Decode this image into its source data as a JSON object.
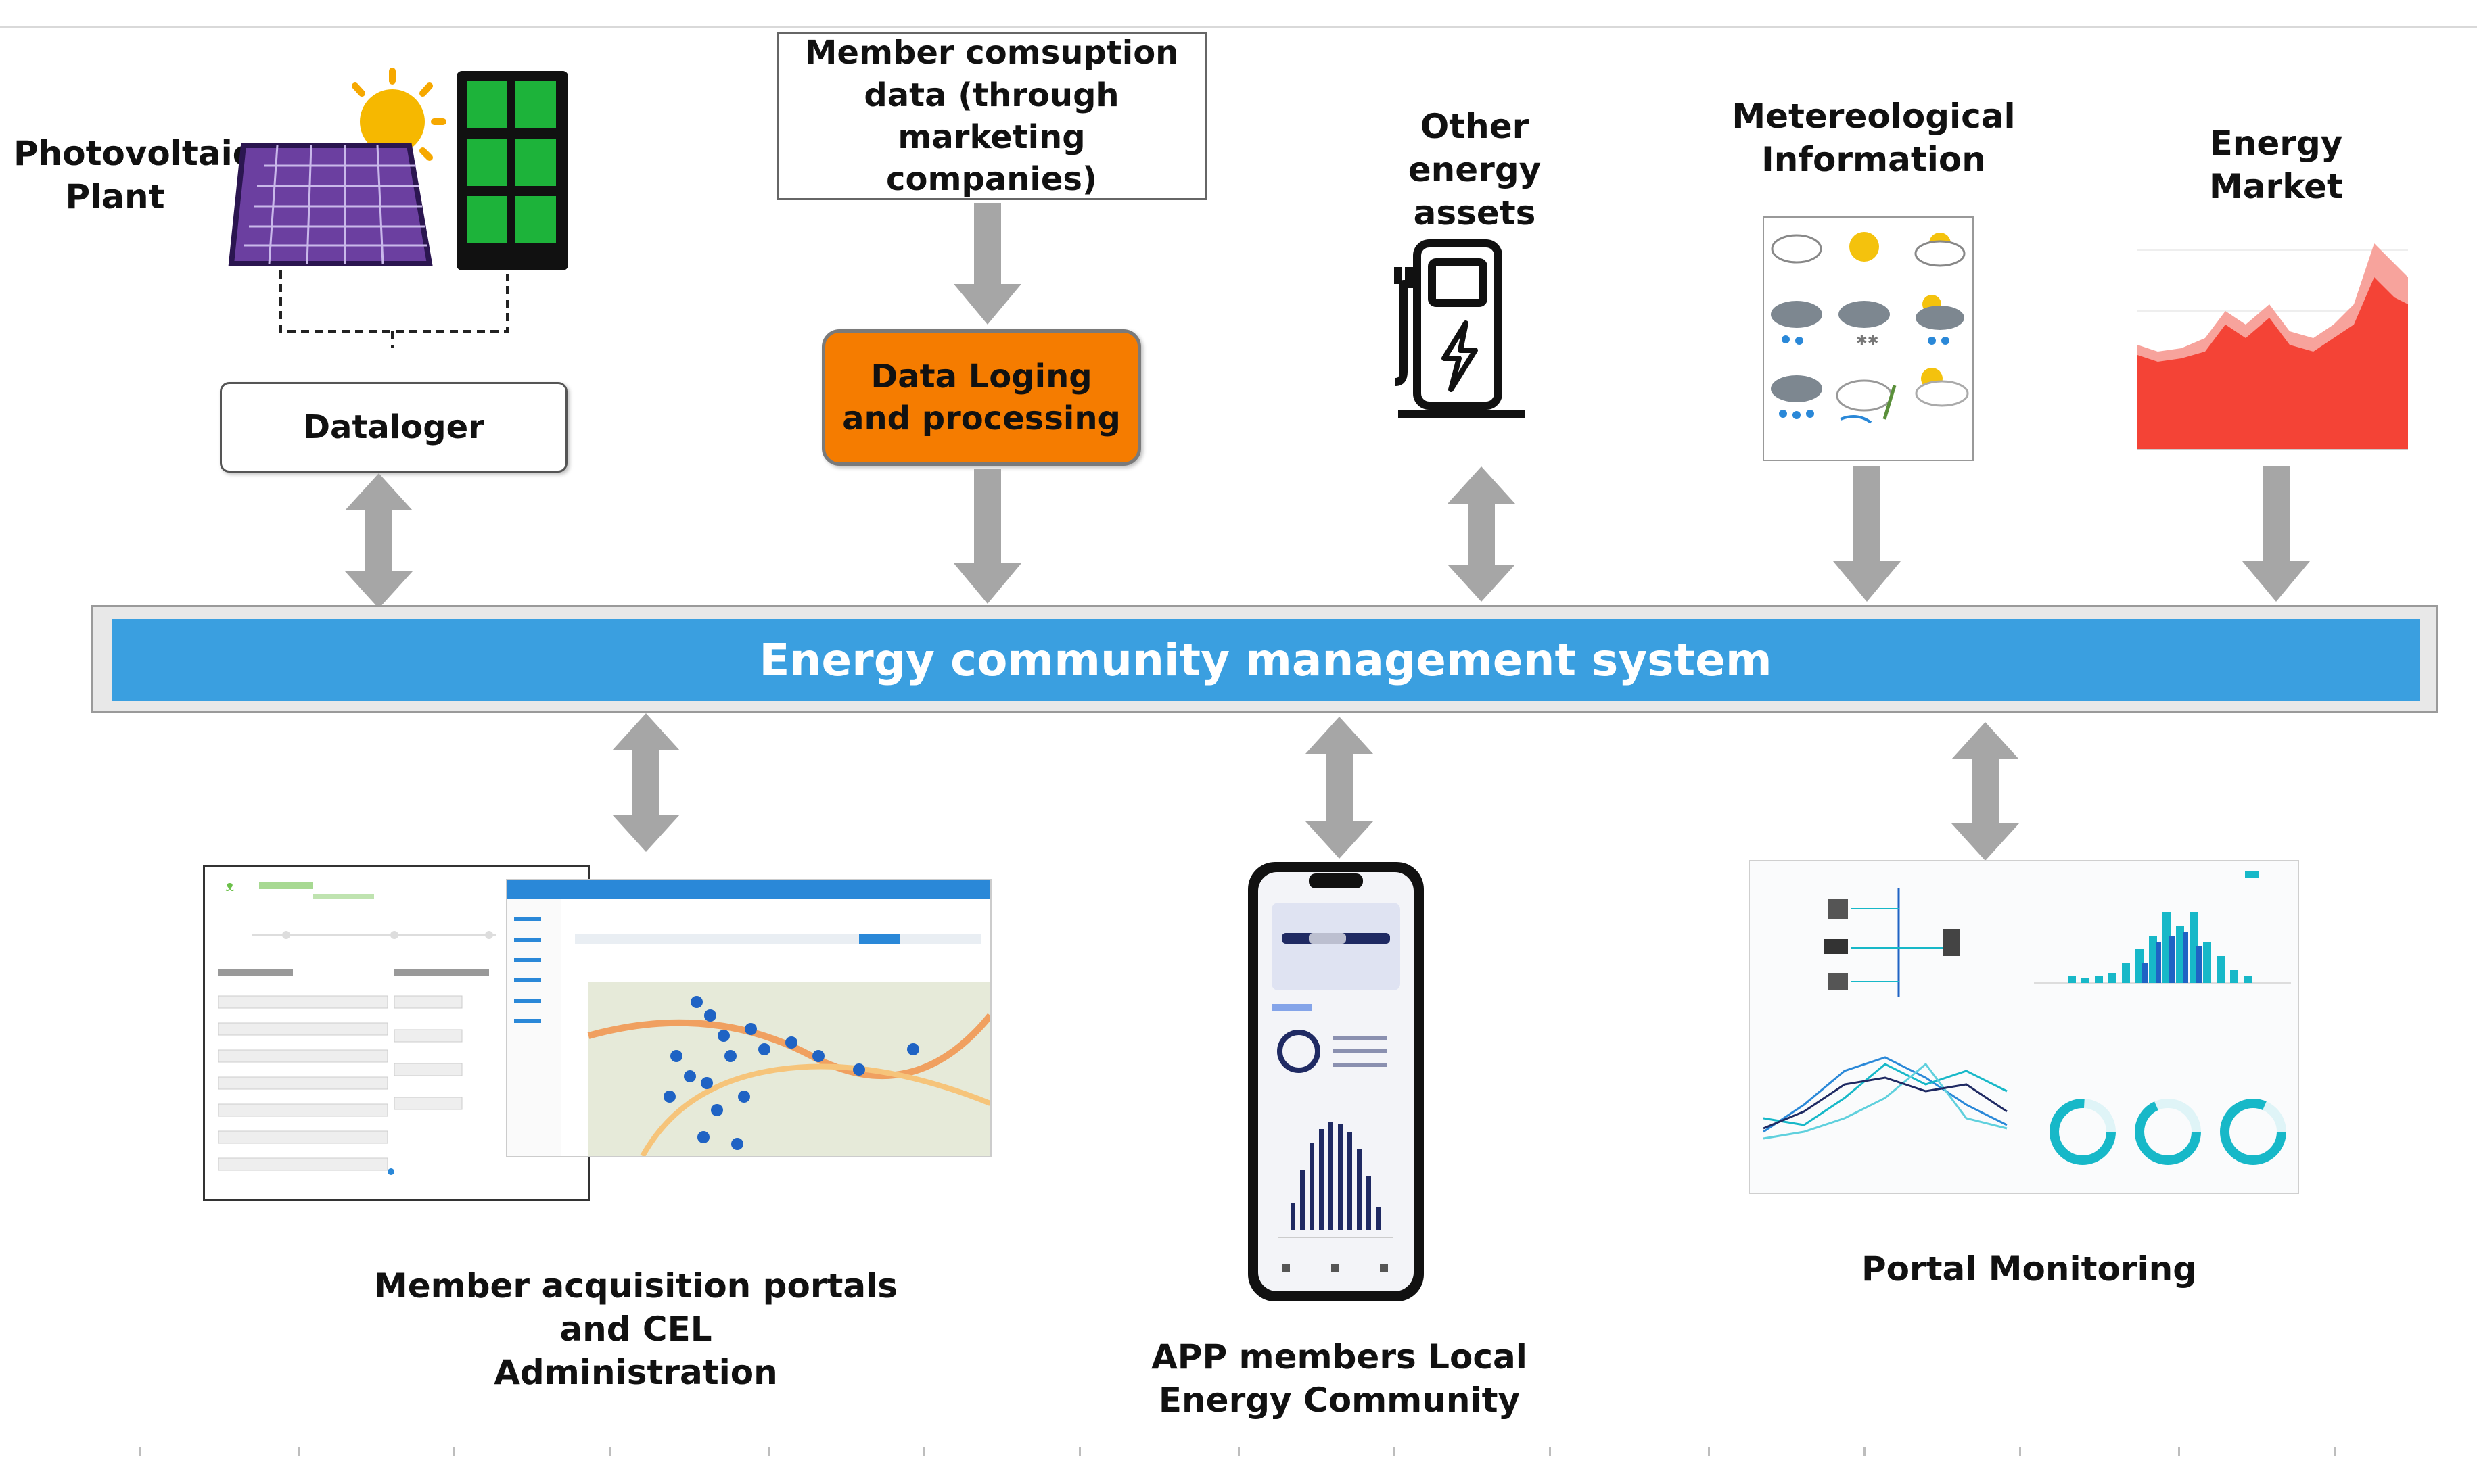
{
  "sources": {
    "pv_plant": [
      "Photovoltaic",
      "Plant"
    ],
    "dataloger": "Dataloger",
    "member_consumption": [
      "Member comsuption",
      "data (through marketing",
      "companies)"
    ],
    "data_logging": [
      "Data Loging",
      "and processing"
    ],
    "other_assets": [
      "Other energy",
      "assets"
    ],
    "meteo": [
      "Metereological",
      "Information"
    ],
    "market": "Energy Market"
  },
  "system": {
    "title": "Energy community management system"
  },
  "outputs": {
    "acquisition": [
      "Member acquisition portals and CEL",
      "Administration"
    ],
    "app": [
      "APP members Local",
      "Energy Community"
    ],
    "monitoring": "Portal Monitoring"
  },
  "colors": {
    "system_bar": "#3a9fe0",
    "processing": "#f57c00",
    "arrow": "#a6a6a6",
    "market_area": "#f44336",
    "monitor_accent": "#17b8c8",
    "app_bars": "#1f2a63"
  },
  "icons": {
    "pv": "solar-panel-icon",
    "battery": "battery-icon",
    "charger": "ev-charger-icon",
    "weather": "weather-grid-icon",
    "market": "area-chart-thumbnail",
    "web_portal": "web-portal-screenshot",
    "phone": "mobile-app-screenshot",
    "dashboard": "dashboard-screenshot"
  }
}
